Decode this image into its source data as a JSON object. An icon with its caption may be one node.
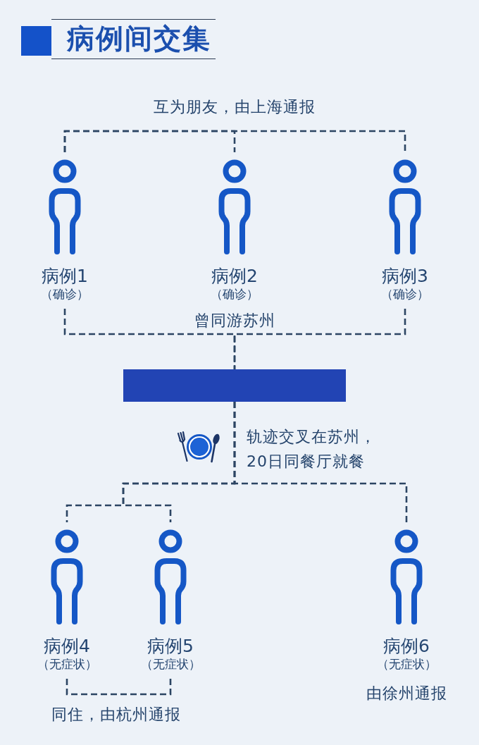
{
  "diagram": {
    "title": "病例间交集",
    "nodes": [
      {
        "text": [
          "病例1",
          "（确诊）"
        ]
      },
      {
        "text": [
          "病例2",
          "（确诊）"
        ]
      },
      {
        "text": [
          "病例3",
          "（确诊）"
        ]
      },
      {
        "text": [],
        "shape": "box"
      },
      {
        "text": [
          "病例4",
          "（无症状）"
        ]
      },
      {
        "text": [
          "病例5",
          "（无症状）"
        ]
      },
      {
        "text": [
          "病例6",
          "（无症状）"
        ],
        "beside": [
          "由徐州通报"
        ]
      }
    ],
    "edges": [
      {
        "from": 0,
        "to": 1,
        "arrow": "none",
        "style": "dashed"
      },
      {
        "from": 0,
        "to": 2,
        "arrow": "none",
        "style": "dashed"
      },
      {
        "from": 0,
        "to": 3,
        "arrow": "none",
        "style": "dashed"
      },
      {
        "from": 2,
        "to": 3,
        "arrow": "none",
        "style": "dashed"
      },
      {
        "from": 3,
        "to": 4,
        "arrow": "none",
        "style": "dashed"
      },
      {
        "from": 3,
        "to": 5,
        "arrow": "none",
        "style": "dashed"
      },
      {
        "from": 3,
        "to": 6,
        "arrow": "none",
        "style": "dashed"
      },
      {
        "from": 4,
        "to": 5,
        "arrow": "none",
        "style": "dashed"
      }
    ],
    "labels": [
      "互为朋友，由上海通报",
      "曾同游苏州",
      "轨迹交叉在苏州，20日同餐厅就餐",
      "同住，由杭州通报"
    ]
  }
}
